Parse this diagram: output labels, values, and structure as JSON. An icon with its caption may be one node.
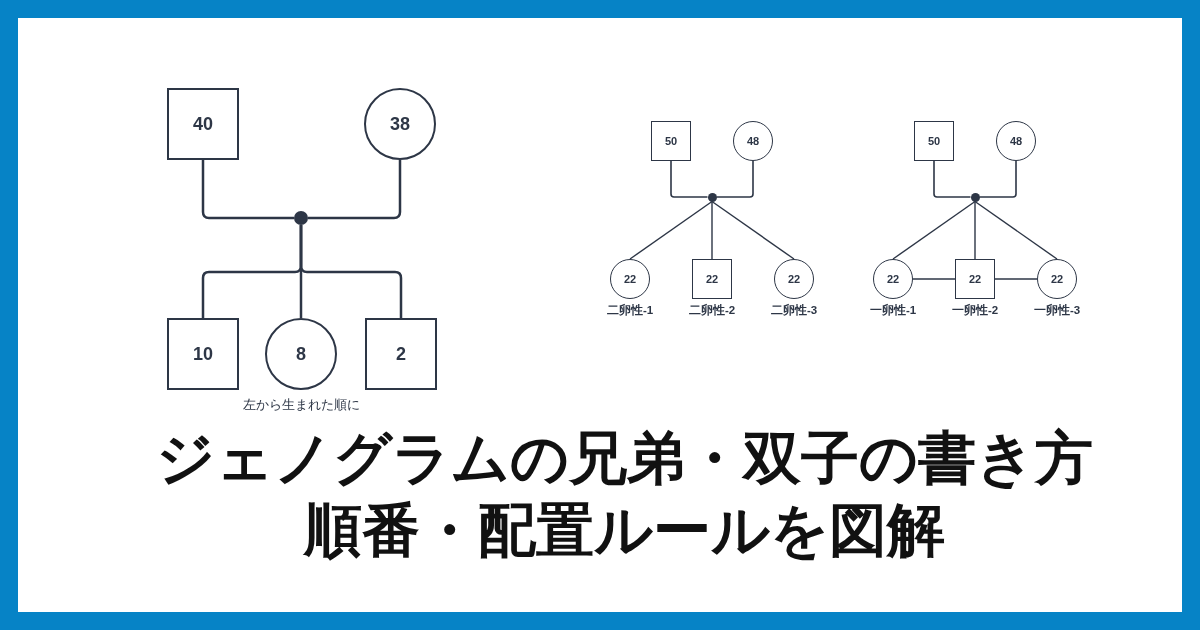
{
  "diagram": {
    "title": "ジェノグラムの兄弟・双子の書き方順番・配置ルールを図解",
    "nodes": [
      {
        "text": [
          "40"
        ]
      },
      {
        "text": [
          "38"
        ]
      },
      {
        "text": [],
        "shape": "circle"
      },
      {
        "text": [
          "10"
        ]
      },
      {
        "text": [
          "8"
        ]
      },
      {
        "text": [
          "2"
        ]
      },
      {
        "text": [
          "50"
        ]
      },
      {
        "text": [
          "48"
        ]
      },
      {
        "text": [],
        "shape": "circle"
      },
      {
        "text": [
          "22"
        ],
        "beside": [
          "二卵性-1"
        ]
      },
      {
        "text": [
          "22"
        ],
        "beside": [
          "二卵性-2"
        ]
      },
      {
        "text": [
          "22"
        ],
        "beside": [
          "二卵性-3"
        ]
      },
      {
        "text": [
          "50"
        ]
      },
      {
        "text": [
          "48"
        ]
      },
      {
        "text": [],
        "shape": "circle"
      },
      {
        "text": [
          "22"
        ],
        "beside": [
          "一卵性-1"
        ]
      },
      {
        "text": [
          "22"
        ],
        "beside": [
          "一卵性-2"
        ]
      },
      {
        "text": [
          "22"
        ],
        "beside": [
          "一卵性-3"
        ]
      }
    ],
    "edges": [
      {
        "from": 0,
        "to": 2,
        "arrow": "none"
      },
      {
        "from": 1,
        "to": 2,
        "arrow": "none"
      },
      {
        "from": 2,
        "to": 3,
        "arrow": "none"
      },
      {
        "from": 2,
        "to": 4,
        "arrow": "none"
      },
      {
        "from": 2,
        "to": 5,
        "arrow": "none"
      },
      {
        "from": 6,
        "to": 8,
        "arrow": "none"
      },
      {
        "from": 7,
        "to": 8,
        "arrow": "none"
      },
      {
        "from": 8,
        "to": 9,
        "arrow": "none"
      },
      {
        "from": 8,
        "to": 10,
        "arrow": "none"
      },
      {
        "from": 8,
        "to": 11,
        "arrow": "none"
      },
      {
        "from": 12,
        "to": 14,
        "arrow": "none"
      },
      {
        "from": 13,
        "to": 14,
        "arrow": "none"
      },
      {
        "from": 14,
        "to": 15,
        "arrow": "none"
      },
      {
        "from": 14,
        "to": 16,
        "arrow": "none"
      },
      {
        "from": 14,
        "to": 17,
        "arrow": "none"
      },
      {
        "from": 15,
        "to": 16,
        "arrow": "none"
      },
      {
        "from": 16,
        "to": 17,
        "arrow": "none"
      }
    ],
    "labels": [
      "左から生まれた順に"
    ]
  }
}
